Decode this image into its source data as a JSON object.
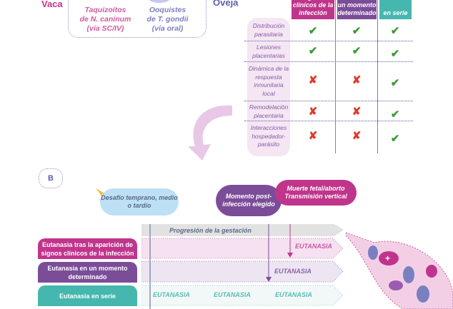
{
  "top": {
    "vaca": "Vaca",
    "oveja": "Oveja",
    "parasite1": [
      "Taquizoítos",
      "de N. caninum",
      "(vía SC/IV)"
    ],
    "parasite2": [
      "Ooquistes",
      "de T. gondii",
      "(vía oral)"
    ]
  },
  "table": {
    "headers": [
      {
        "label": "signos clínicos de la infección",
        "color": "#c0358c"
      },
      {
        "label": "un momento determinado",
        "color": "#7b4d98"
      },
      {
        "label": "en serie",
        "color": "#45b7ae"
      }
    ],
    "rows": [
      {
        "label": "Distribución parasitaria",
        "marks": [
          "check",
          "check",
          "check"
        ]
      },
      {
        "label": "Lesiones placentarias",
        "marks": [
          "check",
          "check",
          "check"
        ]
      },
      {
        "label": "Dinámica de la respuesta inmunitaria local",
        "marks": [
          "cross",
          "cross",
          "check"
        ]
      },
      {
        "label": "Remodelación placentaria",
        "marks": [
          "cross",
          "cross",
          "check"
        ]
      },
      {
        "label": "Interacciones hospedador-parásito",
        "marks": [
          "cross",
          "cross",
          "check"
        ]
      }
    ]
  },
  "panel_b": {
    "label": "B",
    "bubble_challenge": "Desafío temprano, medio o tardío",
    "bubble_moment": "Momento post-infección elegido",
    "bubble_death": "Muerte fetal/aborto Transmisión vertical",
    "progress": "Progresión de la gestación",
    "rows": [
      {
        "label": "Eutanasia tras la aparición de signos clínicos de la infección",
        "color": "#c0358c",
        "eut": [
          "EUTANASIA"
        ]
      },
      {
        "label": "Eutanasia en un momento determinado",
        "color": "#7b4d98",
        "eut": [
          "EUTANASIA"
        ]
      },
      {
        "label": "Eutanasia en serie",
        "color": "#45b7ae",
        "eut": [
          "EUTANASIA",
          "EUTANASIA",
          "EUTANASIA"
        ]
      }
    ]
  }
}
